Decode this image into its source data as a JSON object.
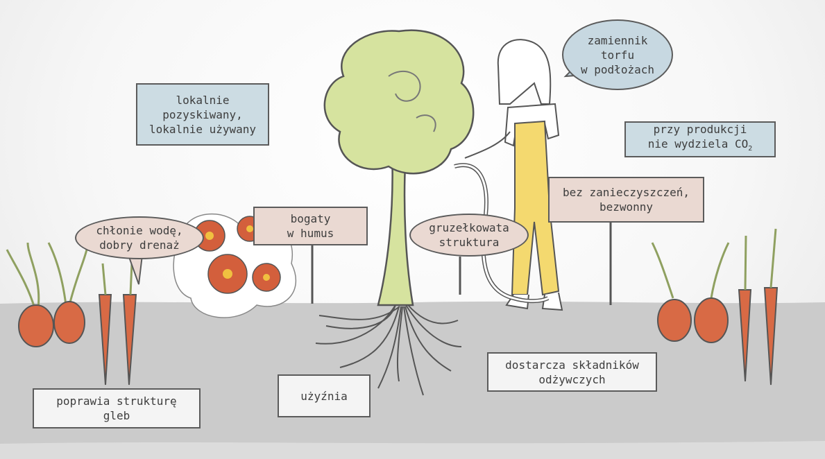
{
  "labels": {
    "local": "lokalnie\npozyskiwany,\nlokalnie używany",
    "co2_prefix": "przy produkcji\nnie wydziela CO",
    "co2_sub": "2",
    "peat": "zamiennik\ntorfu\nw podłożach",
    "water": "chłonie wodę,\ndobry drenaż",
    "humus": "bogaty\nw humus",
    "granular": "gruzełkowata\nstruktura",
    "clean": "bez zanieczyszczeń,\nbezwonny",
    "soil_structure": "poprawia strukturę\ngleb",
    "fertile": "użyźnia",
    "nutrients": "dostarcza składników\nodżywczych"
  },
  "colors": {
    "soil": "#cacaca",
    "tree_crown": "#d6e39f",
    "overalls": "#f4d96f",
    "flower": "#d35f3c",
    "carrot": "#d86a45",
    "leaf": "#b8c98a",
    "label_blue": "#ccdce3",
    "label_pink": "#ead9d2"
  }
}
